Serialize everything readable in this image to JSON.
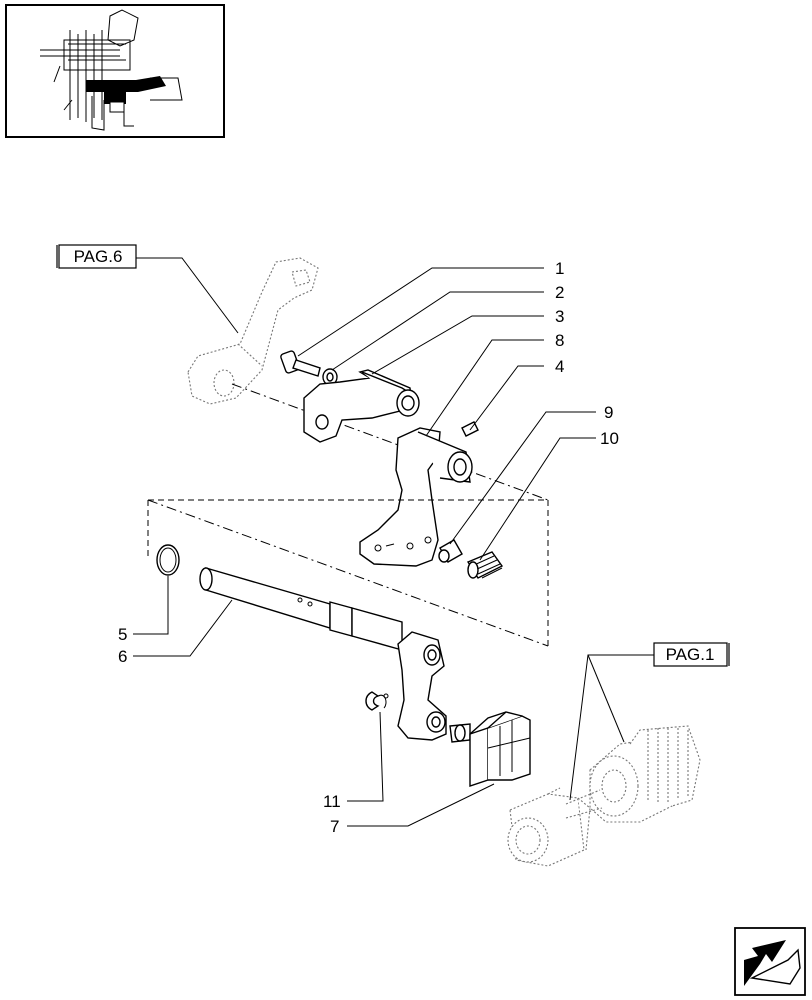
{
  "thumbnail": {
    "icon": "assembly-location-thumbnail"
  },
  "references": {
    "pag6": "PAG.6",
    "pag1": "PAG.1"
  },
  "callouts": [
    "1",
    "2",
    "3",
    "8",
    "4",
    "9",
    "10",
    "5",
    "6",
    "11",
    "7"
  ],
  "nav": {
    "icon": "next-page-arrow-icon"
  },
  "colors": {
    "line": "#000000",
    "ghost": "#777777",
    "background": "#ffffff"
  }
}
